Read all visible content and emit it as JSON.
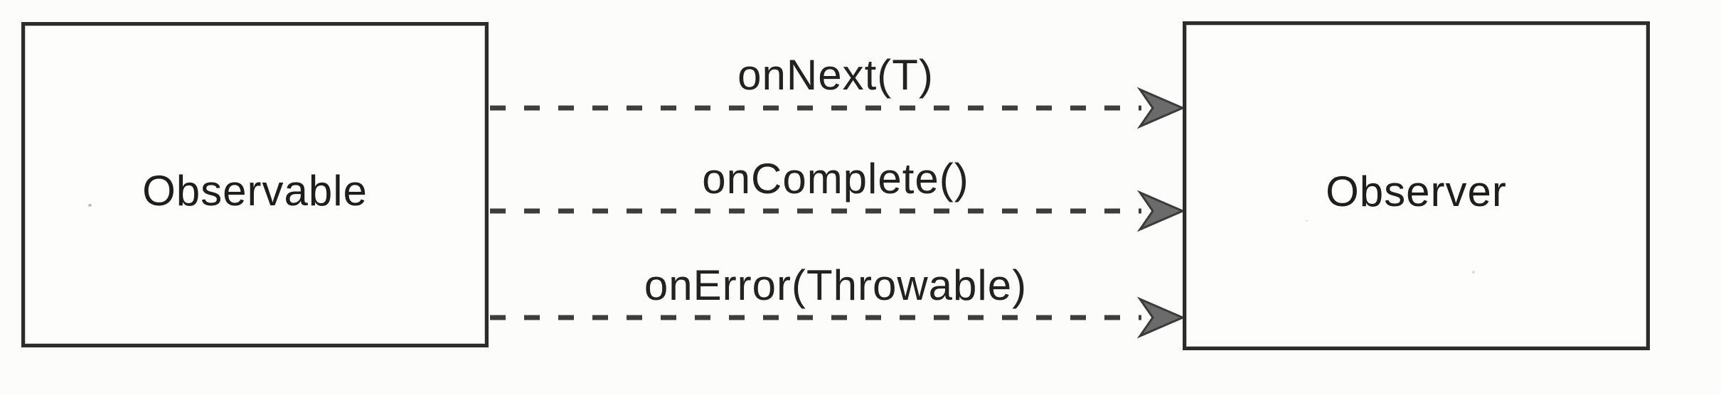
{
  "diagram": {
    "title": "Observable to Observer notification diagram",
    "colors": {
      "background": "#fcfcfb",
      "box_border": "#2c2c2c",
      "line": "#3d3d3d",
      "text": "#1e1e1e",
      "arrowhead_fill": "#6b6b6b",
      "arrowhead_stroke": "#3b3b3b"
    },
    "nodes": [
      {
        "id": "observable",
        "label": "Observable"
      },
      {
        "id": "observer",
        "label": "Observer"
      }
    ],
    "edges": [
      {
        "from": "observable",
        "to": "observer",
        "label": "onNext(T)",
        "style": "dashed-arrow"
      },
      {
        "from": "observable",
        "to": "observer",
        "label": "onComplete()",
        "style": "dashed-arrow"
      },
      {
        "from": "observable",
        "to": "observer",
        "label": "onError(Throwable)",
        "style": "dashed-arrow"
      }
    ]
  }
}
